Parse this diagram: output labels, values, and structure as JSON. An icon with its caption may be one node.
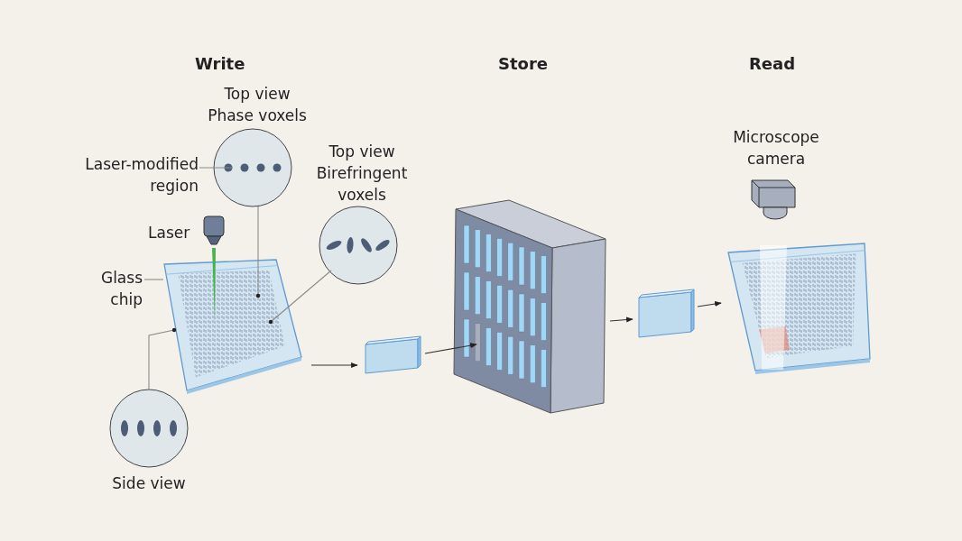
{
  "diagram": {
    "nodes": [
      {
        "text": [
          "Laser-modified region"
        ]
      },
      {
        "text": [
          "Top view Phase voxels"
        ]
      },
      {
        "text": [
          "Top view Birefringent voxels"
        ]
      },
      {
        "text": [
          "Glass chip"
        ]
      },
      {
        "text": [],
        "shape": "picture"
      },
      {
        "text": [
          "Side view"
        ]
      },
      {
        "text": [],
        "shape": "box"
      },
      {
        "text": [],
        "shape": "picture"
      },
      {
        "text": [],
        "shape": "box"
      },
      {
        "text": [
          "Microscope camera"
        ]
      },
      {
        "text": [],
        "shape": "picture"
      }
    ],
    "edges": [
      {
        "from": 0,
        "to": 1,
        "arrow": "none"
      },
      {
        "from": 3,
        "to": 4,
        "arrow": "none"
      },
      {
        "from": 1,
        "to": 4,
        "arrow": "none"
      },
      {
        "from": 2,
        "to": 4,
        "arrow": "none"
      },
      {
        "from": 5,
        "to": 4,
        "arrow": "none"
      },
      {
        "from": 4,
        "to": 6,
        "arrow": "to"
      },
      {
        "from": 6,
        "to": 7,
        "arrow": "to"
      },
      {
        "from": 7,
        "to": 8,
        "arrow": "to"
      },
      {
        "from": 8,
        "to": 10,
        "arrow": "to"
      }
    ],
    "labels": [
      "Write",
      "Store",
      "Read",
      "Laser"
    ]
  }
}
